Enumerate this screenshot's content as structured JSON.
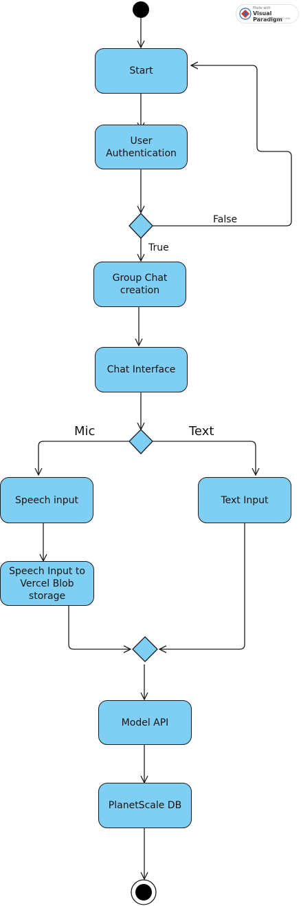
{
  "diagram": {
    "colors": {
      "node_fill": "#7ecff3",
      "stroke": "#1a1a1a",
      "initial_final": "#000000"
    },
    "nodes": {
      "start": "Start",
      "auth": "User\nAuthentication",
      "group": "Group Chat\ncreation",
      "chat": "Chat Interface",
      "speech": "Speech input",
      "text_input": "Text Input",
      "blob": "Speech Input to\nVercel Blob\nstorage",
      "model": "Model API",
      "db": "PlanetScale DB"
    },
    "edge_labels": {
      "false": "False",
      "true": "True",
      "mic": "Mic",
      "text": "Text"
    }
  },
  "watermark": {
    "made_with": "Made with",
    "brand": "Visual Paradigm",
    "note": "For non-commercial use"
  }
}
